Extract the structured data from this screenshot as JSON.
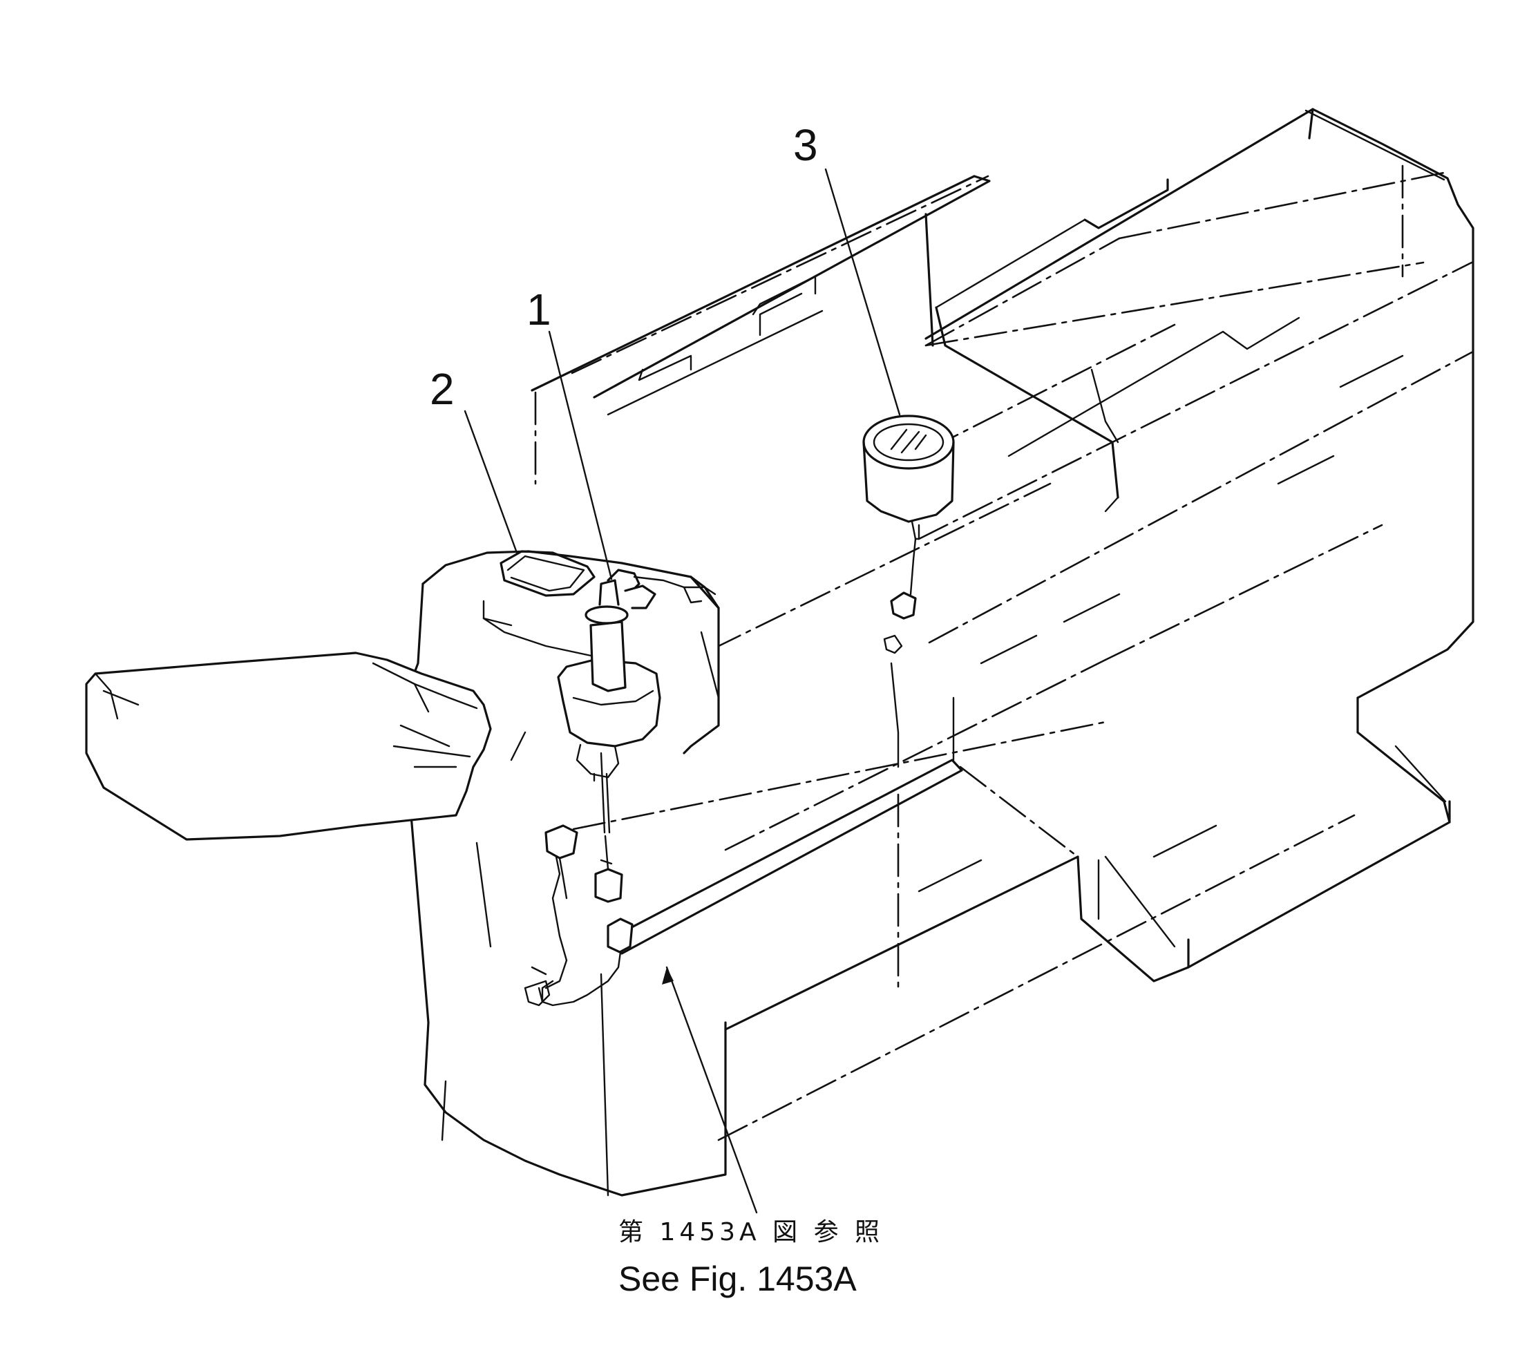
{
  "callouts": [
    {
      "id": "1",
      "label": "1"
    },
    {
      "id": "2",
      "label": "2"
    },
    {
      "id": "3",
      "label": "3"
    }
  ],
  "reference": {
    "japanese": "第 1453A 図 参 照",
    "english": "See Fig. 1453A"
  },
  "colors": {
    "line": "#111111",
    "background": "#ffffff"
  }
}
